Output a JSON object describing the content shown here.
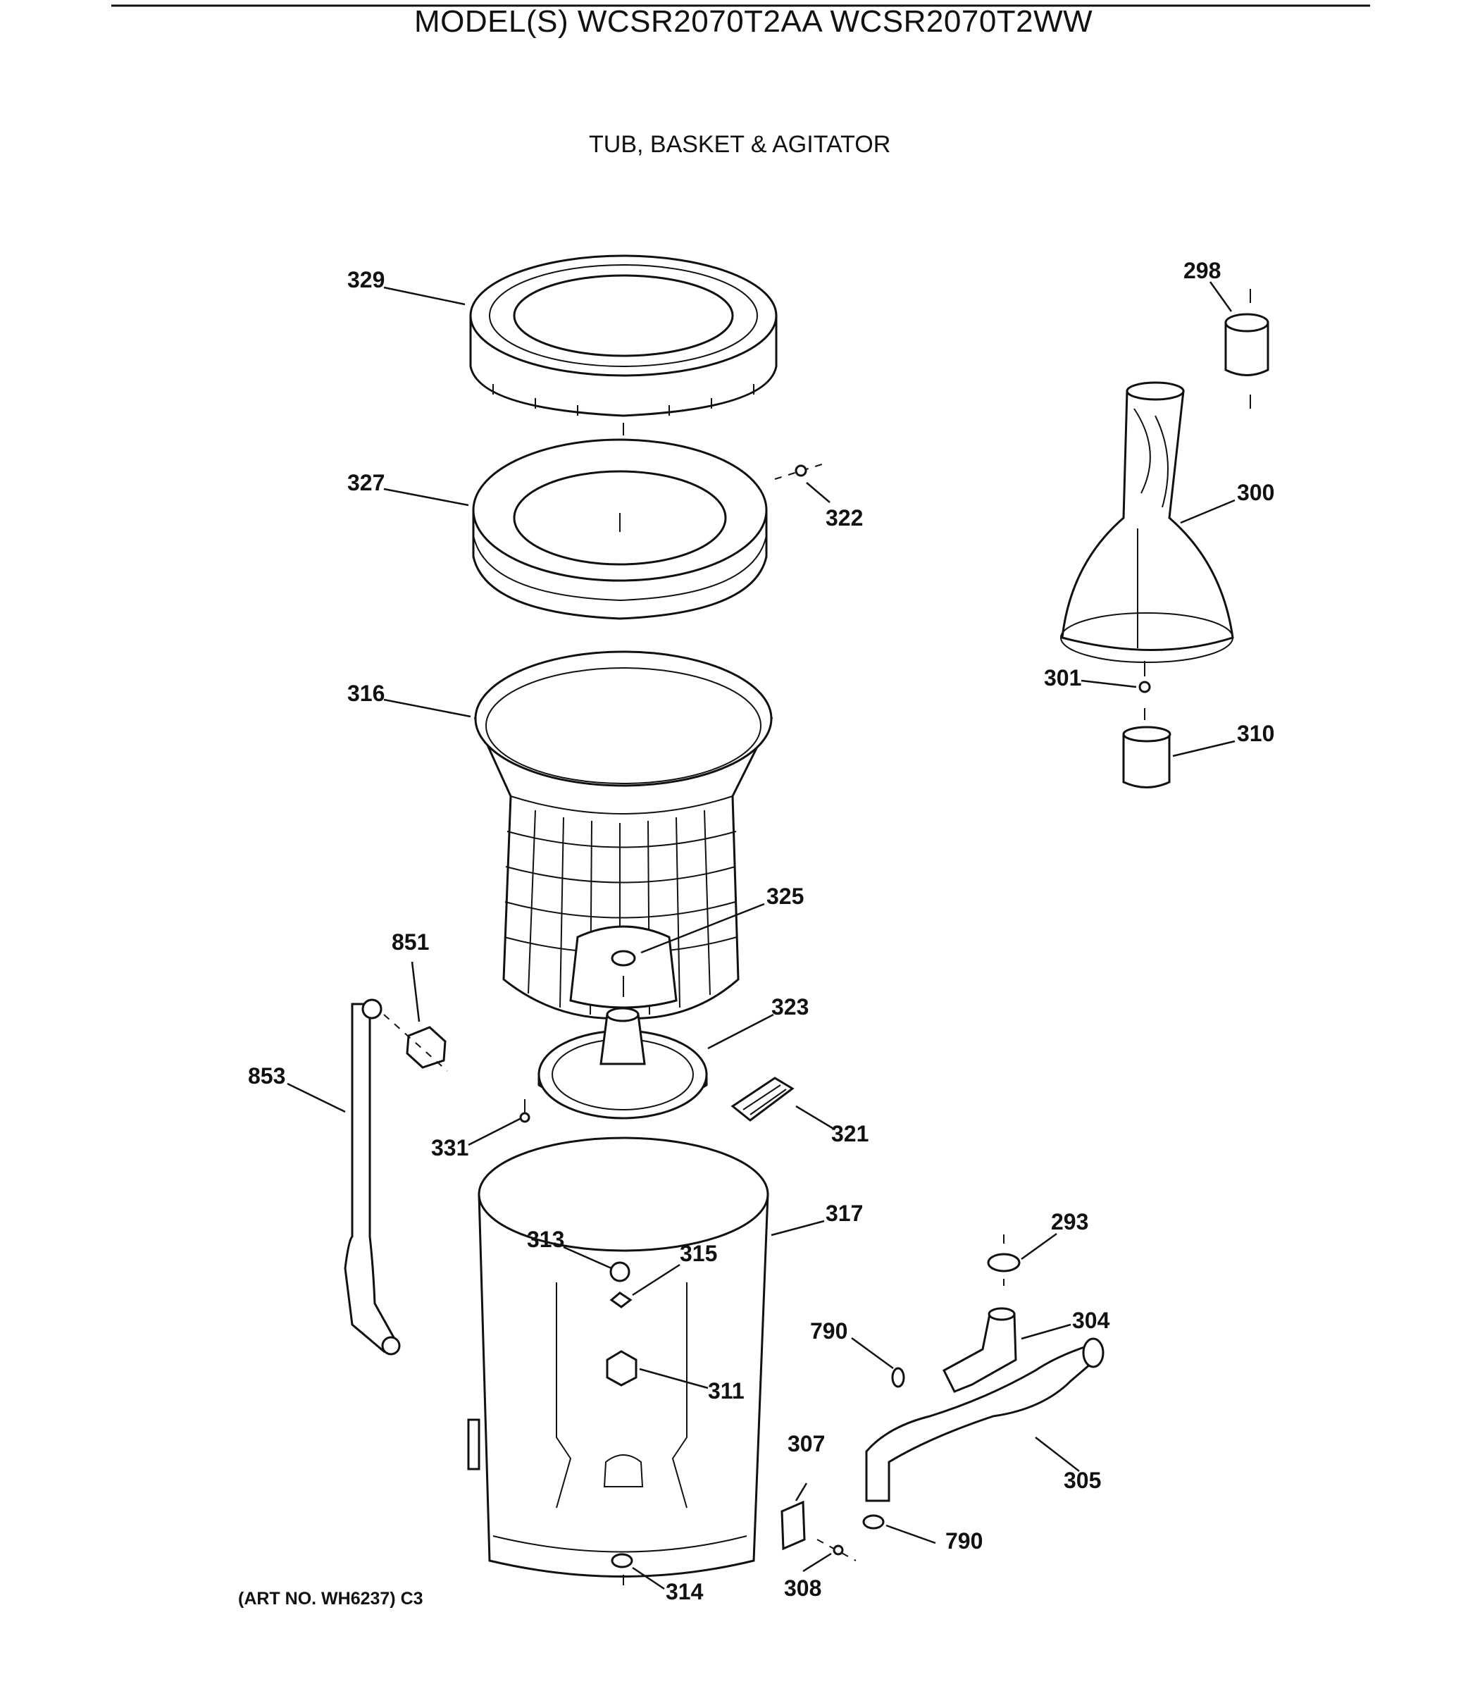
{
  "header": {
    "model": "MODEL(S) WCSR2070T2AA  WCSR2070T2WW",
    "section": "TUB, BASKET & AGITATOR"
  },
  "footer": {
    "art_no": "(ART NO. WH6237) C3"
  },
  "parts": {
    "p329": "329",
    "p327": "327",
    "p322": "322",
    "p316": "316",
    "p325": "325",
    "p323": "323",
    "p321": "321",
    "p851": "851",
    "p853": "853",
    "p331": "331",
    "p317": "317",
    "p313": "313",
    "p315": "315",
    "p311": "311",
    "p314": "314",
    "p298": "298",
    "p300": "300",
    "p301": "301",
    "p310": "310",
    "p293": "293",
    "p304": "304",
    "p790a": "790",
    "p790b": "790",
    "p305": "305",
    "p307": "307",
    "p308": "308"
  }
}
